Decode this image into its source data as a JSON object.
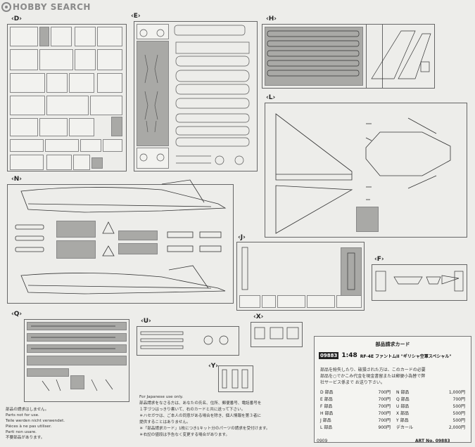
{
  "logo": {
    "brand": "HOBBY SEARCH"
  },
  "sections": {
    "D": "D",
    "E": "E",
    "H": "H",
    "L": "L",
    "N": "N",
    "J": "J",
    "F": "F",
    "Q": "Q",
    "U": "U",
    "X": "X",
    "Y": "Y"
  },
  "notice_en": {
    "line1": "For Japanese use only.",
    "multi": [
      "部品の請求はしません。",
      "Parts not for use.",
      "Teile werden nicht verwendet.",
      "Pièces à ne pas utiliser.",
      "Parti non usare.",
      "不要部品があります。"
    ]
  },
  "notice_jp": [
    "部品請求をなさる方は、あなたの氏名、住所、郵便番号、電話番号を",
    "１字づつはっきり書いて、右のカードと共に送って下さい。",
    "＊ハセガワは、ご本人の同意がある場合を除き、個人情報を第３者に",
    "提供することはありません。",
    "＊「部品請求カード」1枚につき1キット分のパーツの請求を受付けます。",
    "＊右記の値段は予告なく変更する場合があります。"
  ],
  "order_card": {
    "title": "部品請求カード",
    "code": "09883",
    "scale": "1:48",
    "product": "RF-4E ファントムII \"ギリシャ空軍スペシャル\"",
    "desc": [
      "部品を紛失したり、破損された方は、このカードの必要",
      "部品を○でかこみ代金を現金書留または郵便小為替で弊",
      "社サービス係まで お送り下さい。"
    ],
    "prices_left": [
      {
        "part": "D 部品",
        "price": "700円"
      },
      {
        "part": "E 部品",
        "price": "700円"
      },
      {
        "part": "F 部品",
        "price": "700円"
      },
      {
        "part": "H 部品",
        "price": "700円"
      },
      {
        "part": "J 部品",
        "price": "700円"
      },
      {
        "part": "L 部品",
        "price": "900円"
      }
    ],
    "prices_right": [
      {
        "part": "N 部品",
        "price": "1,000円"
      },
      {
        "part": "Q 部品",
        "price": "700円"
      },
      {
        "part": "U 部品",
        "price": "500円"
      },
      {
        "part": "X 部品",
        "price": "500円"
      },
      {
        "part": "Y 部品",
        "price": "500円"
      },
      {
        "part": "デカール",
        "price": "2,000円"
      }
    ],
    "art_no": "ART No. 09883",
    "code_bottom": "0909"
  }
}
